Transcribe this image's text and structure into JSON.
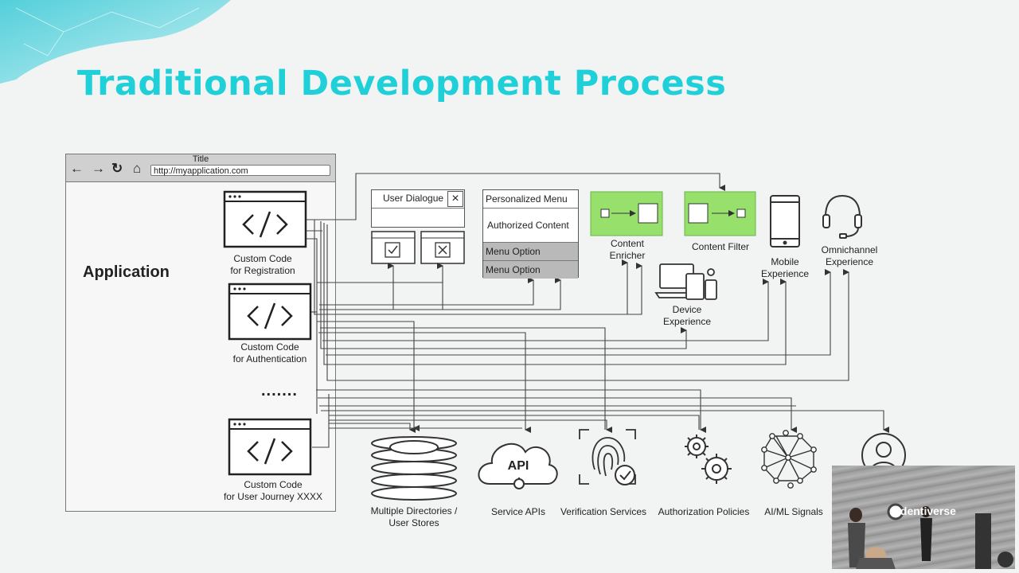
{
  "slide": {
    "title": "Traditional Development Process",
    "accent_color": "#20d0d8"
  },
  "browser": {
    "window_title": "Title",
    "url": "http://myapplication.com",
    "nav_icons": [
      "back-arrow-icon",
      "forward-arrow-icon",
      "refresh-icon",
      "home-icon"
    ],
    "app_label": "Application"
  },
  "code_blocks": [
    {
      "line1": "Custom Code",
      "line2": "for Registration"
    },
    {
      "line1": "Custom Code",
      "line2": "for Authentication"
    },
    {
      "line1": "Custom Code",
      "line2": "for User Journey XXXX"
    }
  ],
  "ellipsis": ".......",
  "ui_elements": {
    "user_dialogue": "User Dialogue",
    "personalized_menu": "Personalized Menu",
    "authorized_content": "Authorized Content",
    "menu_option_1": "Menu Option",
    "menu_option_2": "Menu Option"
  },
  "experiences": {
    "content_enricher": {
      "line1": "Content",
      "line2": "Enricher"
    },
    "content_filter": "Content Filter",
    "device": {
      "line1": "Device",
      "line2": "Experience"
    },
    "mobile": {
      "line1": "Mobile",
      "line2": "Experience"
    },
    "omnichannel": {
      "line1": "Omnichannel",
      "line2": "Experience"
    }
  },
  "services": {
    "directories": {
      "line1": "Multiple Directories /",
      "line2": "User Stores"
    },
    "service_apis": "Service APIs",
    "api_badge": "API",
    "verification": "Verification Services",
    "authorization": "Authorization Policies",
    "aiml": "AI/ML Signals"
  },
  "camera_overlay": {
    "logo_text": "identiverse"
  }
}
